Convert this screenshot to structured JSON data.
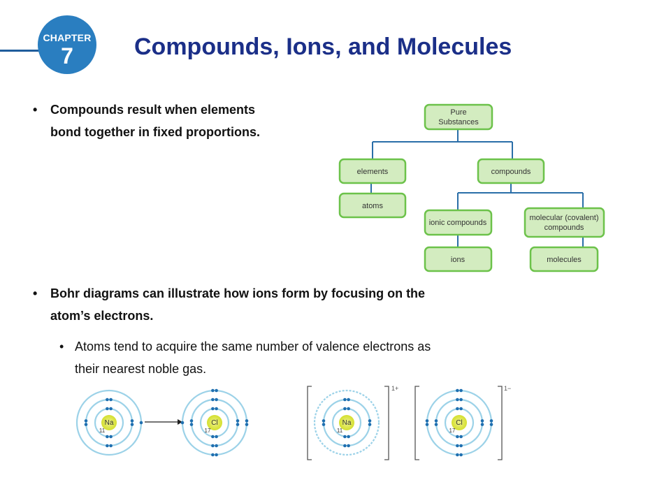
{
  "header": {
    "chapter_label": "CHAPTER",
    "chapter_number": "7",
    "title": "Compounds, Ions, and Molecules"
  },
  "bullets": {
    "first": {
      "line1": "Compounds result when elements",
      "line2": "bond together in fixed proportions."
    },
    "second": {
      "line1": "Bohr diagrams can illustrate how ions form by focusing on the",
      "line2": "atom’s electrons."
    },
    "sub": {
      "line1": "Atoms tend to acquire the same number of valence electrons as",
      "line2": "their nearest noble gas."
    }
  },
  "concept_map": {
    "root": {
      "line1": "Pure",
      "line2": "Substances"
    },
    "elements": "elements",
    "atoms": "atoms",
    "compounds": "compounds",
    "ionic": "ionic compounds",
    "molecular": {
      "line1": "molecular (covalent)",
      "line2": "compounds"
    },
    "ions": "ions",
    "molecules": "molecules"
  },
  "bohr": {
    "na_symbol": "Na",
    "na_number": "11",
    "cl_symbol": "Cl",
    "cl_number": "17",
    "na_ion_symbol": "Na",
    "na_ion_number": "11",
    "na_charge": "1+",
    "cl_ion_symbol": "Cl",
    "cl_ion_number": "17",
    "cl_charge": "1−"
  },
  "colors": {
    "title": "#1b2f88",
    "badge": "#2a7ec0",
    "node_fill": "#d3ecc0",
    "node_stroke": "#6cc24a",
    "connector": "#2a6ea8",
    "nucleus": "#d4df2e",
    "electron": "#1f6fb0",
    "shell": "#9cd2e8"
  },
  "icons": {
    "arrow": "right-arrow-icon"
  }
}
